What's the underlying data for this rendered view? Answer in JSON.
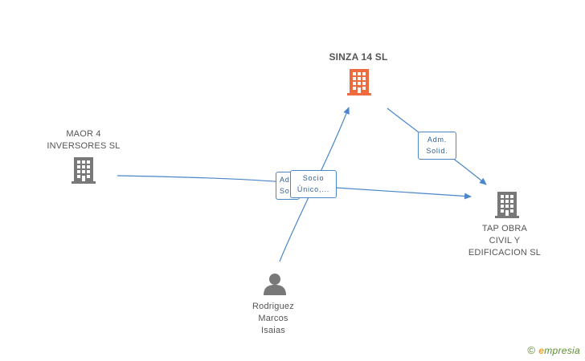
{
  "colors": {
    "center_node": "#ef6a3c",
    "node": "#787878",
    "edge": "#4a86c8"
  },
  "nodes": {
    "sinza": {
      "name": "SINZA 14 SL",
      "icon": "building-icon"
    },
    "maor": {
      "name_lines": [
        "MAOR 4",
        "INVERSORES SL"
      ],
      "icon": "building-icon"
    },
    "tap": {
      "name_lines": [
        "TAP OBRA",
        "CIVIL Y",
        "EDIFICACION SL"
      ],
      "icon": "building-icon"
    },
    "rodriguez": {
      "name_lines": [
        "Rodriguez",
        "Marcos",
        "Isaias"
      ],
      "icon": "person-icon"
    }
  },
  "edges": {
    "adm_solid": {
      "lines": [
        "Adm.",
        "Solid."
      ]
    },
    "hidden_label": {
      "lines": [
        "Ad",
        "Sol"
      ]
    },
    "socio_unico": {
      "lines": [
        "Socio",
        "Único,..."
      ]
    }
  },
  "watermark": {
    "symbol": "©",
    "brand_initial": "e",
    "brand_rest": "mpresia"
  }
}
